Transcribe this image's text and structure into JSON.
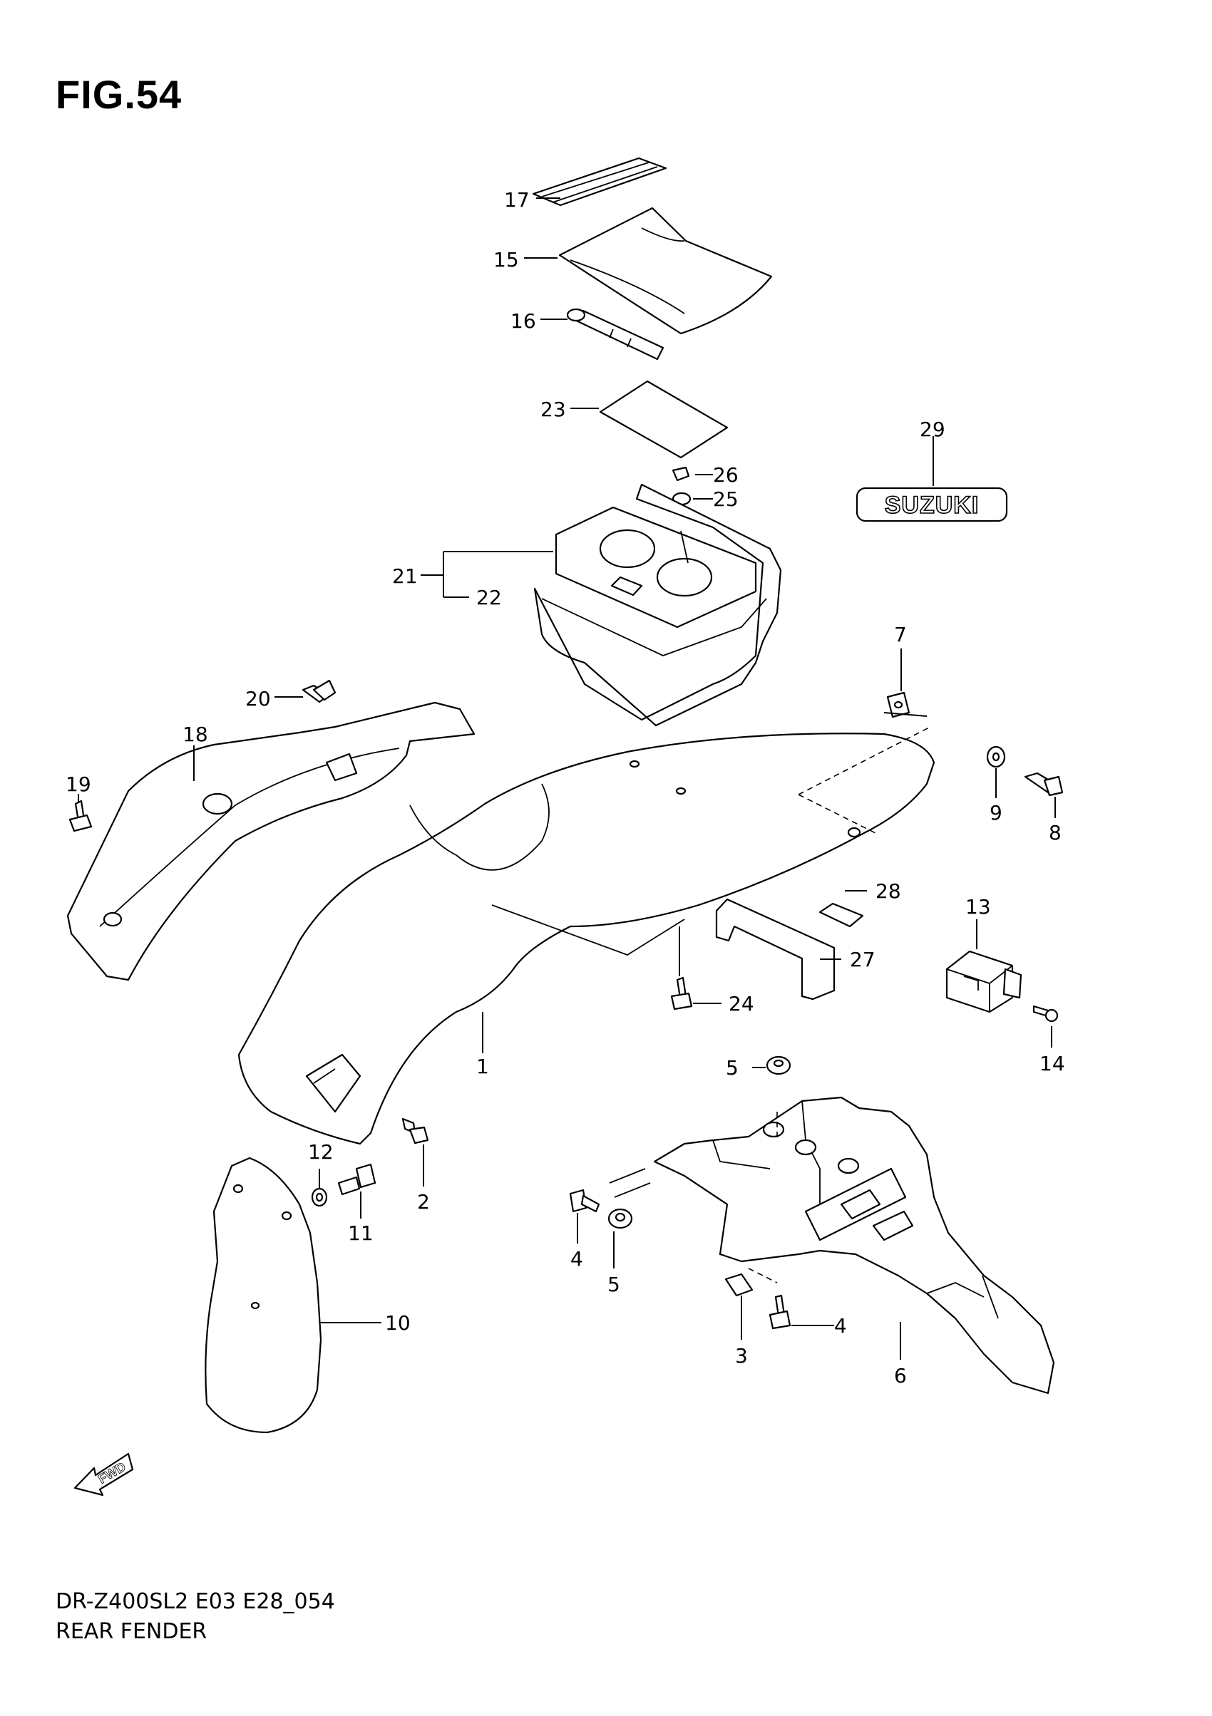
{
  "figure": {
    "title": "FIG.54",
    "model_code": "DR-Z400SL2 E03 E28_054",
    "name": "REAR FENDER"
  },
  "logo": {
    "text": "SUZUKI"
  },
  "fwd_arrow": {
    "text": "FWD"
  },
  "callouts": {
    "c17": "17",
    "c15": "15",
    "c16": "16",
    "c23": "23",
    "c29": "29",
    "c26": "26",
    "c25": "25",
    "c21": "21",
    "c22": "22",
    "c7": "7",
    "c20": "20",
    "c18": "18",
    "c19": "19",
    "c9": "9",
    "c8": "8",
    "c28": "28",
    "c13": "13",
    "c27": "27",
    "c24": "24",
    "c1": "1",
    "c14": "14",
    "c5a": "5",
    "c12": "12",
    "c2": "2",
    "c11": "11",
    "c4a": "4",
    "c5b": "5",
    "c10": "10",
    "c4b": "4",
    "c3": "3",
    "c6": "6"
  }
}
